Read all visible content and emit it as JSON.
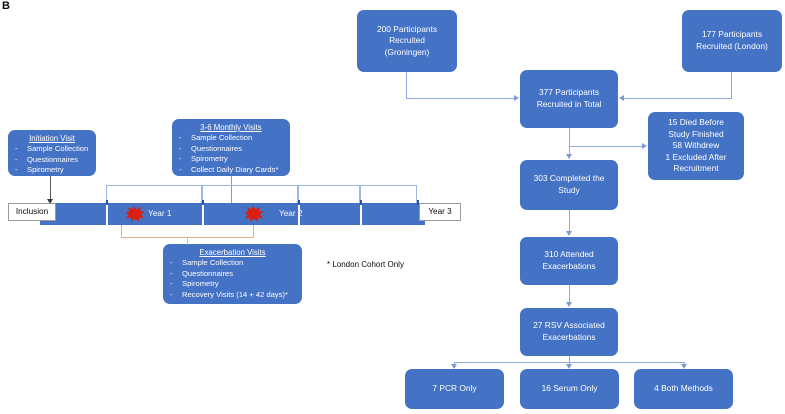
{
  "panel": {
    "label": "B"
  },
  "flow": {
    "groningen": "200 Participants Recruited (Groningen)",
    "groningen_lines": [
      "200 Participants",
      "Recruited",
      "(Groningen)"
    ],
    "london": "177 Participants Recruited (London)",
    "london_lines": [
      "177 Participants",
      "Recruited (London)"
    ],
    "total": "377 Participants Recruited in Total",
    "total_lines": [
      "377 Participants",
      "Recruited in Total"
    ],
    "attrition_lines": [
      "15 Died Before",
      "Study Finished",
      "58 Withdrew",
      "1 Excluded After",
      "Recruitment"
    ],
    "completed_lines": [
      "303 Completed the",
      "Study"
    ],
    "attended_lines": [
      "310 Attended",
      "Exacerbations"
    ],
    "rsv_lines": [
      "27 RSV Associated",
      "Exacerbations"
    ],
    "pcr_only": "7 PCR Only",
    "serum_only": "16 Serum Only",
    "both_methods": "4 Both Methods"
  },
  "visits": {
    "initiation": {
      "title": "Initiation Visit",
      "items": [
        "Sample Collection",
        "Questionnaires",
        "Spirometry"
      ]
    },
    "monthly": {
      "title": "3-6 Monthly Visits",
      "items": [
        "Sample Collection",
        "Questionnaires",
        "Spirometry",
        "Collect Daily Diary Cards*"
      ]
    },
    "exacerbation": {
      "title": "Exacerbation Visits",
      "items": [
        "Sample Collection",
        "Questionnaires",
        "Spirometry",
        "Recovery Visits (14 + 42 days)*"
      ]
    }
  },
  "timeline": {
    "inclusion": "Inclusion",
    "year1": "Year 1",
    "year2": "Year 2",
    "year3": "Year 3",
    "burst_icon": "red-starburst-icon"
  },
  "footnote": "* London Cohort Only",
  "colors": {
    "box_blue": "#4472C4",
    "connector_blue": "#8FAADC",
    "bracket_blue": "#9CB8E0",
    "bracket_orange": "#E8B08A",
    "burst_red": "#D91F11",
    "text_white": "#FFFFFF",
    "text_black": "#0B0B0B"
  }
}
